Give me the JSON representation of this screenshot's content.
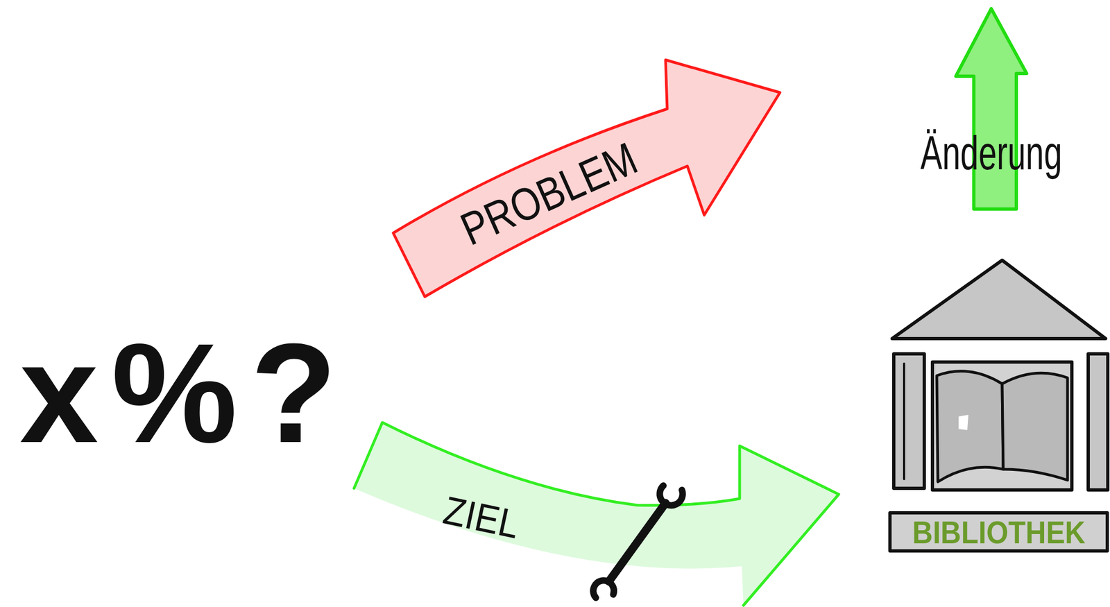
{
  "diagram": {
    "nodes": [
      {
        "text": [
          "PROBLEM"
        ]
      },
      {
        "text": [
          "Änderung"
        ]
      },
      {
        "text": [
          "ZIEL"
        ]
      },
      {
        "text": [
          "BIBLIOTHEK"
        ]
      }
    ],
    "labels": [
      "x%?"
    ]
  }
}
